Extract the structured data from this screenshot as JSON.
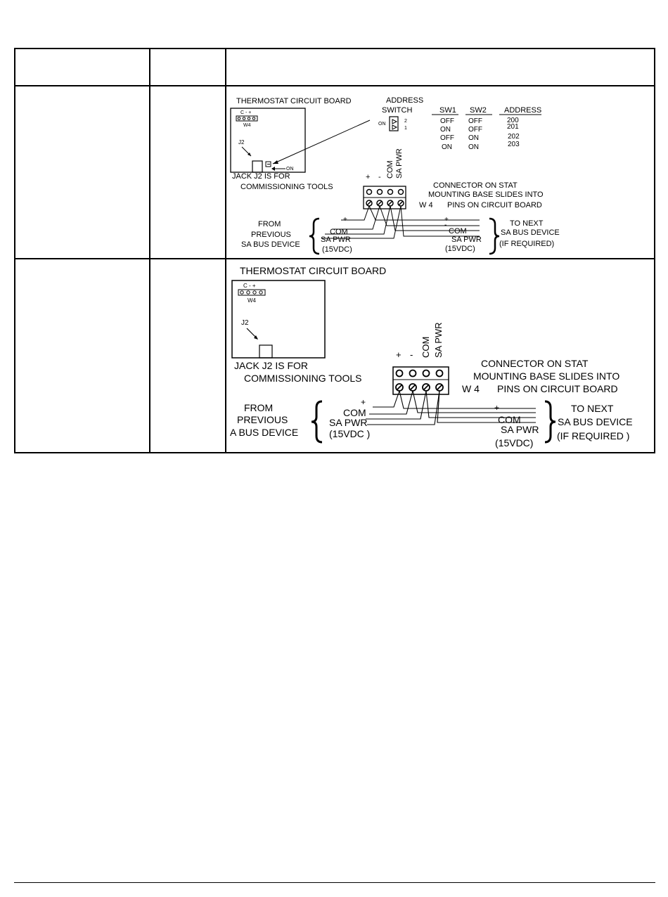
{
  "diagram1": {
    "board_title": "THERMOSTAT CIRCUIT BOARD",
    "address_switch": [
      "ADDRESS",
      "SWITCH"
    ],
    "switch_on": "ON",
    "switch_pos": [
      "2",
      "1"
    ],
    "table_headers": [
      "SW1",
      "SW2",
      "ADDRESS"
    ],
    "table_rows": [
      [
        "OFF",
        "OFF",
        "200"
      ],
      [
        "ON",
        "OFF",
        "201"
      ],
      [
        "OFF",
        "ON",
        "202"
      ],
      [
        "ON",
        "ON",
        "203"
      ]
    ],
    "w4_pins": "C - +",
    "w4_label": "W4",
    "j2_label": "J2",
    "dip_on": "ON",
    "jack_note": [
      "JACK J2  IS FOR",
      "COMMISSIONING TOOLS"
    ],
    "terminal_labels": [
      "+",
      "-",
      "COM",
      "SA PWR"
    ],
    "connector_note": [
      "CONNECTOR ON STAT",
      "MOUNTING BASE  SLIDES INTO",
      "W 4",
      "PINS ON CIRCUIT BOARD"
    ],
    "from_block": [
      "FROM",
      "PREVIOUS",
      "SA BUS DEVICE"
    ],
    "left_wires": [
      "+",
      "COM",
      "SA PWR",
      "(15VDC)"
    ],
    "right_wires": [
      "+",
      "-",
      "COM",
      "SA PWR",
      "(15VDC)"
    ],
    "to_block": [
      "TO NEXT",
      "SA BUS DEVICE",
      "(IF REQUIRED)"
    ]
  },
  "diagram2": {
    "board_title": "THERMOSTAT CIRCUIT BOARD",
    "w4_pins": "C - +",
    "w4_label": "W4",
    "j2_label": "J2",
    "jack_note": [
      "JACK J2  IS FOR",
      "COMMISSIONING TOOLS"
    ],
    "terminal_labels": [
      "+",
      "-",
      "COM",
      "SA PWR"
    ],
    "connector_note": [
      "CONNECTOR ON STAT",
      "MOUNTING BASE  SLIDES INTO",
      "W 4",
      "PINS ON CIRCUIT BOARD"
    ],
    "from_block": [
      "FROM",
      "PREVIOUS",
      "A BUS DEVICE"
    ],
    "left_wires": [
      "+",
      "COM",
      "SA PWR",
      "(15VDC )"
    ],
    "right_wires": [
      "+",
      "COM",
      "SA PWR",
      "(15VDC)"
    ],
    "to_block": [
      "TO NEXT",
      "SA BUS DEVICE",
      "(IF REQUIRED )"
    ]
  }
}
